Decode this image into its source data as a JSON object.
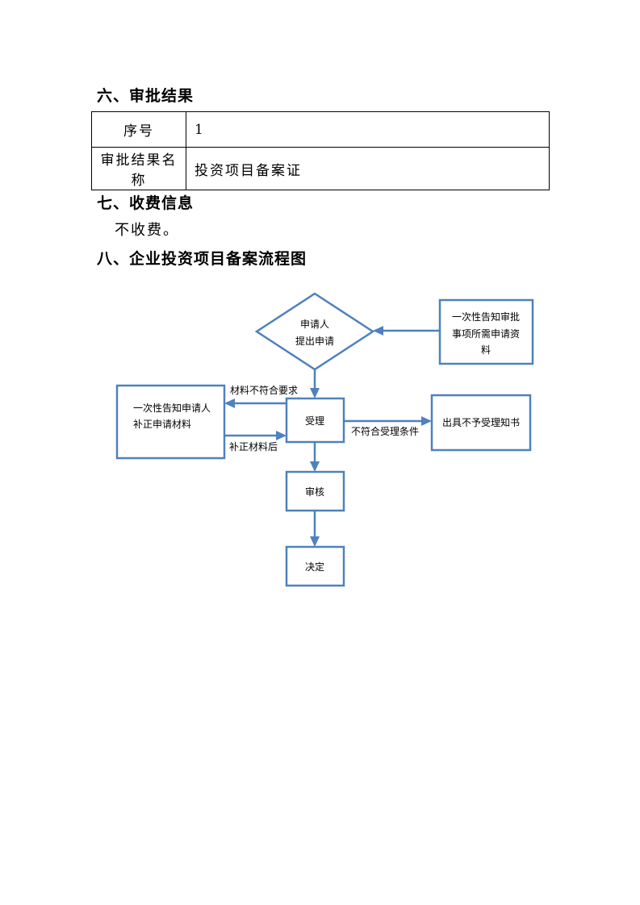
{
  "section6": {
    "heading": "六、审批结果",
    "rows": [
      {
        "label": "序号",
        "value": "1"
      },
      {
        "label": "审批结果名称",
        "value": "投资项目备案证"
      }
    ]
  },
  "section7": {
    "heading": "七、收费信息",
    "text": "不收费。"
  },
  "section8": {
    "heading": "八、企业投资项目备案流程图"
  },
  "flowchart": {
    "apply_line1": "申请人",
    "apply_line2": "提出申请",
    "notice_line1": "一次性告知审批",
    "notice_line2": "事项所需申请资",
    "notice_line3": "料",
    "inform_line1": "一次性告知申请人",
    "inform_line2": "补正申请材料",
    "accept": "受理",
    "reject_notice": "出具不予受理知书",
    "review": "审核",
    "decision": "决定",
    "label_not_meet": "材料不符合要求",
    "label_after_fix": "补正材料后",
    "label_reject_cond": "不符合受理条件",
    "color": "#4f81bd"
  }
}
